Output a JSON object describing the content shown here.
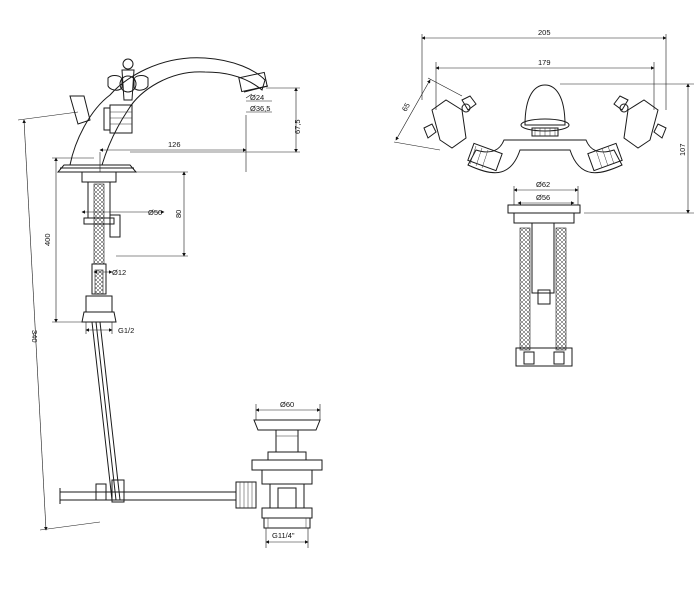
{
  "side_view": {
    "dims": {
      "d24": "Ø24",
      "d36": "Ø36,5",
      "h67": "67,5",
      "w126": "126",
      "d50": "Ø50",
      "h80": "80",
      "h400": "400",
      "d12": "Ø12",
      "g12": "G1/2",
      "h340": "340"
    }
  },
  "front_view": {
    "dims": {
      "w205": "205",
      "w179": "179",
      "a65": "65",
      "h107": "107",
      "d62": "Ø62",
      "d56": "Ø56"
    }
  },
  "waste_view": {
    "dims": {
      "d60": "Ø60",
      "g114": "G11/4\""
    }
  }
}
